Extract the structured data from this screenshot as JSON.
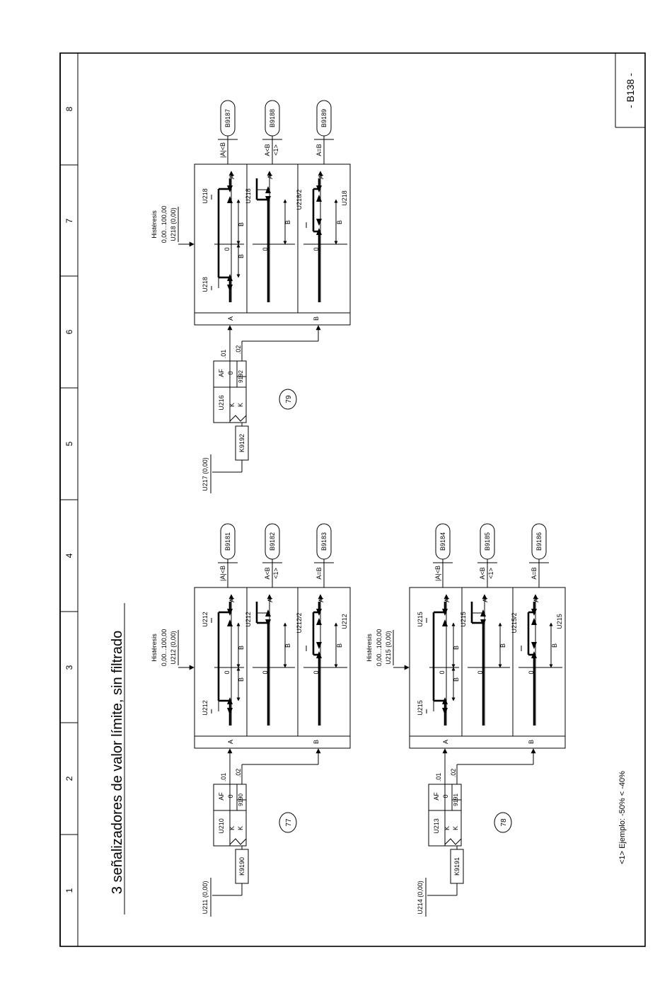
{
  "sheet": {
    "page_id": "- B138 -",
    "title": "3 señalizadores de valor límite, sin filtrado",
    "footnote": "<1> Ejemplo:  -50% < -40%",
    "columns": [
      "1",
      "2",
      "3",
      "4",
      "5",
      "6",
      "7",
      "8"
    ]
  },
  "blocks": [
    {
      "number": "77",
      "in_param": "U211 (0,00)",
      "connector": "K9190",
      "selector": {
        "param": "U210",
        "type": "K",
        "k2": "K",
        "af": "AF",
        "val0": "0",
        "val1": "9190",
        "idx1": ".01",
        "idx2": ".02"
      },
      "hyst": {
        "label": "Histéresis",
        "range": "0,00...100,00",
        "param": "U212 (0,00)"
      },
      "inputs": {
        "a": "A",
        "b": "B"
      },
      "rows": [
        {
          "hyst_l": "U212",
          "hyst_r": "U212",
          "axis": "A",
          "b1": "B",
          "b2": "B",
          "zero": "0",
          "cond": "|A|<B",
          "cond2": "",
          "output": "B9181"
        },
        {
          "hyst_l": "U212",
          "hyst_r": "",
          "axis": "A",
          "b1": "B",
          "b2": "",
          "zero": "0",
          "cond": "A<B",
          "cond2": "<1>",
          "output": "B9182"
        },
        {
          "hyst_l": "U212/2",
          "hyst_r": "U212",
          "axis": "A",
          "b1": "B",
          "b2": "",
          "zero": "0",
          "cond": "A=B",
          "cond2": "",
          "output": "B9183"
        }
      ]
    },
    {
      "number": "78",
      "in_param": "U214 (0,00)",
      "connector": "K9191",
      "selector": {
        "param": "U213",
        "type": "K",
        "k2": "K",
        "af": "AF",
        "val0": "0",
        "val1": "9191",
        "idx1": ".01",
        "idx2": ".02"
      },
      "hyst": {
        "label": "Histéresis",
        "range": "0,00...100,00",
        "param": "U215 (0,00)"
      },
      "inputs": {
        "a": "A",
        "b": "B"
      },
      "rows": [
        {
          "hyst_l": "U215",
          "hyst_r": "U215",
          "axis": "A",
          "b1": "B",
          "b2": "B",
          "zero": "0",
          "cond": "|A|<B",
          "cond2": "",
          "output": "B9184"
        },
        {
          "hyst_l": "U215",
          "hyst_r": "",
          "axis": "A",
          "b1": "B",
          "b2": "",
          "zero": "0",
          "cond": "A<B",
          "cond2": "<1>",
          "output": "B9185"
        },
        {
          "hyst_l": "U215/2",
          "hyst_r": "U215",
          "axis": "A",
          "b1": "B",
          "b2": "",
          "zero": "0",
          "cond": "A=B",
          "cond2": "",
          "output": "B9186"
        }
      ]
    },
    {
      "number": "79",
      "in_param": "U217 (0,00)",
      "connector": "K9192",
      "selector": {
        "param": "U216",
        "type": "K",
        "k2": "K",
        "af": "AF",
        "val0": "0",
        "val1": "9192",
        "idx1": ".01",
        "idx2": ".02"
      },
      "hyst": {
        "label": "Histéresis",
        "range": "0,00...100,00",
        "param": "U218 (0,00)"
      },
      "inputs": {
        "a": "A",
        "b": "B"
      },
      "rows": [
        {
          "hyst_l": "U218",
          "hyst_r": "U218",
          "axis": "A",
          "b1": "B",
          "b2": "B",
          "zero": "0",
          "cond": "|A|<B",
          "cond2": "",
          "output": "B9187"
        },
        {
          "hyst_l": "U218",
          "hyst_r": "",
          "axis": "A",
          "b1": "B",
          "b2": "",
          "zero": "0",
          "cond": "A<B",
          "cond2": "<1>",
          "output": "B9188"
        },
        {
          "hyst_l": "U218/2",
          "hyst_r": "U218",
          "axis": "A",
          "b1": "B",
          "b2": "",
          "zero": "0",
          "cond": "A=B",
          "cond2": "",
          "output": "B9189"
        }
      ]
    }
  ]
}
